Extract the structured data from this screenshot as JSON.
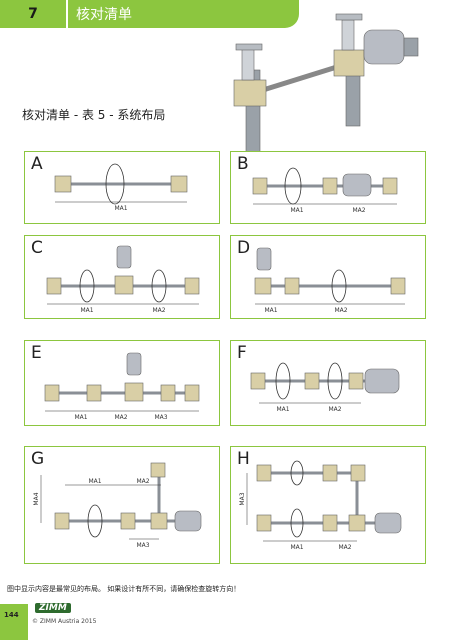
{
  "header": {
    "chapter_number": "7",
    "title": "核对清单"
  },
  "subtitle": "核对清单 - 表 5 - 系统布局",
  "panels": {
    "A": {
      "label": "A",
      "dims": [
        "MA1"
      ]
    },
    "B": {
      "label": "B",
      "dims": [
        "MA1",
        "MA2"
      ]
    },
    "C": {
      "label": "C",
      "dims": [
        "MA1",
        "MA2"
      ]
    },
    "D": {
      "label": "D",
      "dims": [
        "MA1",
        "MA2"
      ]
    },
    "E": {
      "label": "E",
      "dims": [
        "MA1",
        "MA2",
        "MA3"
      ]
    },
    "F": {
      "label": "F",
      "dims": [
        "MA1",
        "MA2"
      ]
    },
    "G": {
      "label": "G",
      "dims": [
        "MA1",
        "MA2",
        "MA3",
        "MA4"
      ]
    },
    "H": {
      "label": "H",
      "dims": [
        "MA1",
        "MA2",
        "MA3"
      ]
    }
  },
  "footnote": "图中显示内容是最常见的布局。 如果设计有所不同，请确保检查旋转方向！",
  "footer": {
    "page_number": "144",
    "logo_text": "ZIMM",
    "copyright": "© ZIMM Austria 2015"
  },
  "colors": {
    "accent": "#8cc63f",
    "shaft": "#8a8f96",
    "gearbox": "#d9cfa6",
    "motor": "#b8bcc4"
  }
}
